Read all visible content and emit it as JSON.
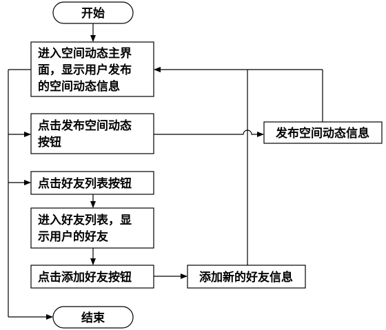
{
  "flowchart": {
    "start": "开始",
    "end": "结束",
    "enter_space": [
      "进入空间动态主界",
      "面，显示用户发布",
      "的空间动态信息"
    ],
    "click_publish": [
      "点击发布空间动态",
      "按钮"
    ],
    "publish_info": "发布空间动态信息",
    "click_friend_list": "点击好友列表按钮",
    "enter_friend_list": [
      "进入好友列表，显",
      "示用户的好友"
    ],
    "click_add_friend": "点击添加好友按钮",
    "add_friend_info": "添加新的好友信息"
  }
}
